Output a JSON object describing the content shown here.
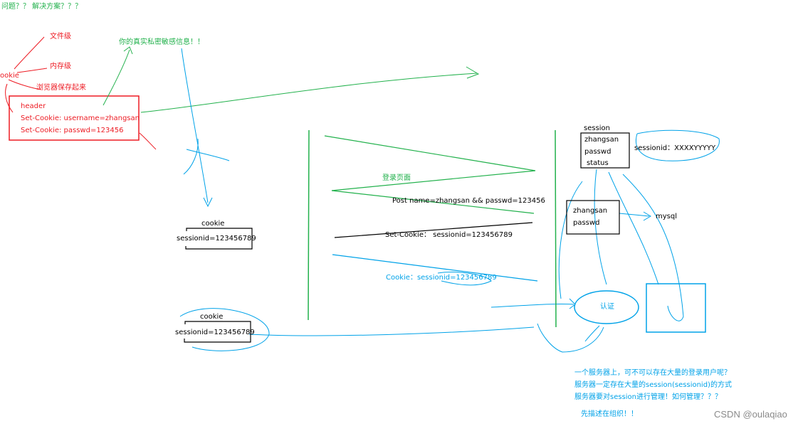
{
  "heading": "问题？？ 解决方案？？？",
  "labels": {
    "file_level": "文件级",
    "memory_level": "内存级",
    "cookie_left": "ookie",
    "browser_save": "浏览器保存起来",
    "sensitive_info": "你的真实私密敏感信息！！",
    "login_page": "登录页面",
    "post_request": "Post    name=zhangsan && passwd=123456",
    "set_cookie_response": "Set-Cookie：  sessionid=123456789",
    "cookie_request": "Cookie：sessionid=123456789",
    "mysql": "mysql",
    "auth": "认证"
  },
  "header_box": {
    "line1": "header",
    "line2": "Set-Cookie: username=zhangsan",
    "line3": "Set-Cookie: passwd=123456"
  },
  "cookie_box_top": {
    "title": "cookie",
    "value": "sessionid=123456789"
  },
  "cookie_box_bottom": {
    "title": "cookie",
    "value": "sessionid=123456789"
  },
  "session_box": {
    "title": "session",
    "line1": "zhangsan",
    "line2": "passwd",
    "line3": "status",
    "sessionid": "sessionid：XXXXYYYYY"
  },
  "db_box": {
    "line1": "zhangsan",
    "line2": "passwd"
  },
  "notes": {
    "line1": "一个服务器上，可不可以存在大量的登录用户呢？",
    "line2": "服务器一定存在大量的session(sessionid)的方式",
    "line3": "服务器要对session进行管理！如何管理？？？",
    "line4": "先描述在组织！！"
  },
  "watermark": "CSDN @oulaqiao",
  "colors": {
    "green": "#22b14c",
    "red": "#ed1c24",
    "blue": "#00a2e8",
    "black": "#000000"
  }
}
